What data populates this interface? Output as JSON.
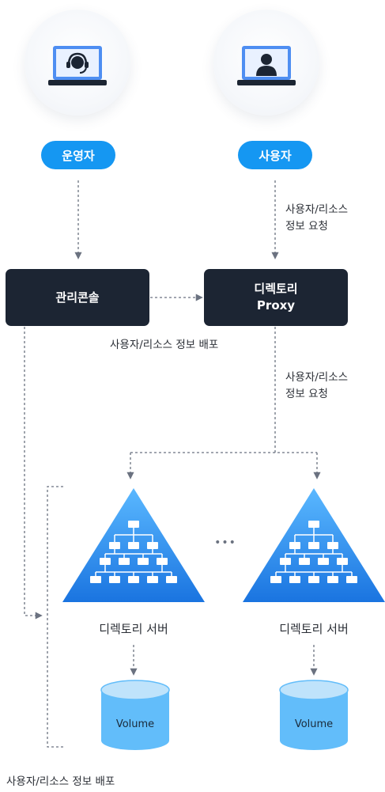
{
  "actors": {
    "operator": {
      "label": "운영자",
      "icon": "operator-headset-icon"
    },
    "user": {
      "label": "사용자",
      "icon": "user-person-icon"
    }
  },
  "components": {
    "console": {
      "label": "관리콘솔"
    },
    "proxy": {
      "line1": "디렉토리",
      "line2": "Proxy"
    }
  },
  "flows": {
    "user_request_line1": "사용자/리소스",
    "user_request_line2": "정보 요청",
    "console_distribution": "사용자/리소스 정보 배포",
    "proxy_request_line1": "사용자/리소스",
    "proxy_request_line2": "정보 요청",
    "bottom_distribution": "사용자/리소스 정보 배포"
  },
  "servers": [
    {
      "label": "디렉토리 서버",
      "volume": "Volume"
    },
    {
      "label": "디렉토리 서버",
      "volume": "Volume"
    }
  ],
  "ellipsis": "•••",
  "colors": {
    "accent": "#1597f2",
    "dark_box": "#1c2533",
    "pyramid_top": "#5ab8ff",
    "pyramid_bottom": "#1a74e0",
    "volume": "#62bdfa"
  }
}
